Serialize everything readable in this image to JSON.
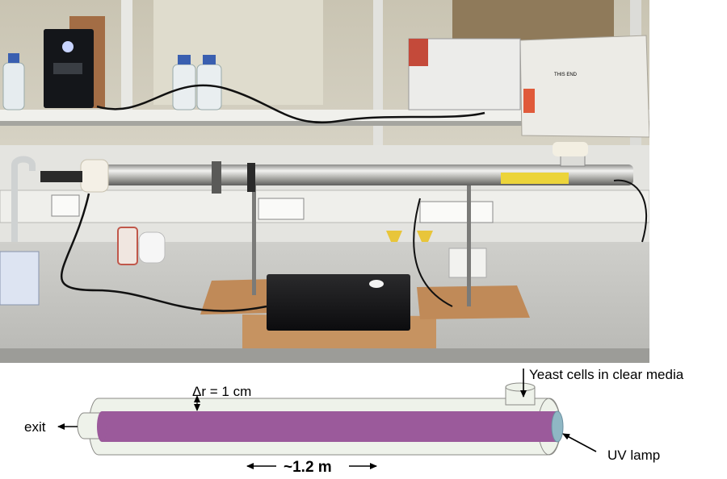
{
  "photo": {
    "box_label_this_end": "THIS END"
  },
  "diagram": {
    "label_inlet": "Yeast cells in clear media",
    "label_gap": "Δr = 1 cm",
    "label_exit": "exit",
    "label_lamp": "UV lamp",
    "label_length": "~1.2 m"
  },
  "colors": {
    "lamp": "#9b5a9b",
    "tube": "#eef2ea",
    "bench": "#c8c8c4",
    "wood": "#b9875c"
  }
}
